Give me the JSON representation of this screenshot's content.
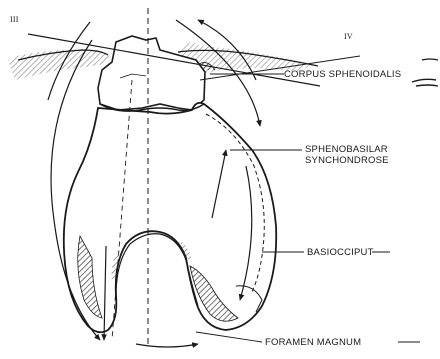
{
  "labels": {
    "corner_left": "III",
    "corner_right": "IV",
    "corpus": "CORPUS SPHENOIDALIS",
    "spheno_line1": "SPHENOBASILAR",
    "spheno_line2": "SYNCHONDROSE",
    "basiocciput": "BASIOCCIPUT",
    "foramen": "FORAMEN MAGNUM"
  },
  "colors": {
    "ink": "#1a1a1a",
    "hatch": "#3a3a3a",
    "background": "#ffffff"
  }
}
